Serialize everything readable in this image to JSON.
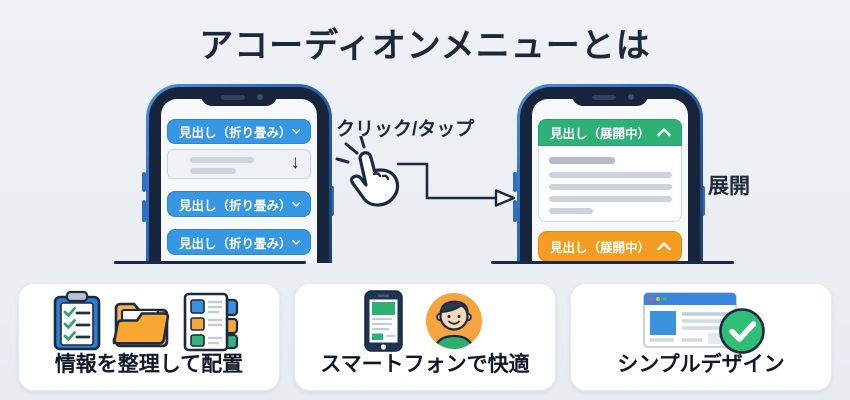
{
  "palette": {
    "background": "#edf0f4",
    "title_color": "#1d2939",
    "accent_blue": "#3697e4",
    "accent_green": "#2eb077",
    "accent_orange": "#f59d22",
    "phone_navy": "#16243c",
    "phone_edge_blue": "#2e6fc4",
    "outline_navy": "#1b2a40",
    "card_background": "#ffffff"
  },
  "header": {
    "title": "アコーディオンメニューとは"
  },
  "diagram": {
    "click_tap_label": "クリック/タップ",
    "expand_label": "展開",
    "icons": [
      "tap-hand-icon",
      "flow-arrow-icon",
      "chevron-down-icon",
      "chevron-up-icon",
      "expand-down-arrow-icon"
    ],
    "left_phone": {
      "state": "collapsed",
      "items": [
        {
          "label": "見出し（折り畳み）",
          "chevron": "down"
        },
        {
          "label": "見出し（折り畳み）",
          "chevron": "down"
        },
        {
          "label": "見出し（折り畳み）",
          "chevron": "down"
        }
      ],
      "collapsed_panel_arrow": "↓"
    },
    "right_phone": {
      "state": "expanded",
      "items": [
        {
          "label": "見出し（展開中）",
          "chevron": "up",
          "color": "#2eb077"
        },
        {
          "label": "見出し（展開中）",
          "chevron": "up",
          "color": "#f59d22"
        }
      ]
    }
  },
  "features": [
    {
      "label": "情報を整理して配置",
      "icons": [
        "clipboard-checklist-icon",
        "folder-icon",
        "document-list-icon"
      ]
    },
    {
      "label": "スマートフォンで快適",
      "icons": [
        "smartphone-icon",
        "person-avatar-icon"
      ]
    },
    {
      "label": "シンプルデザイン",
      "icons": [
        "browser-window-icon",
        "check-circle-icon"
      ]
    }
  ]
}
